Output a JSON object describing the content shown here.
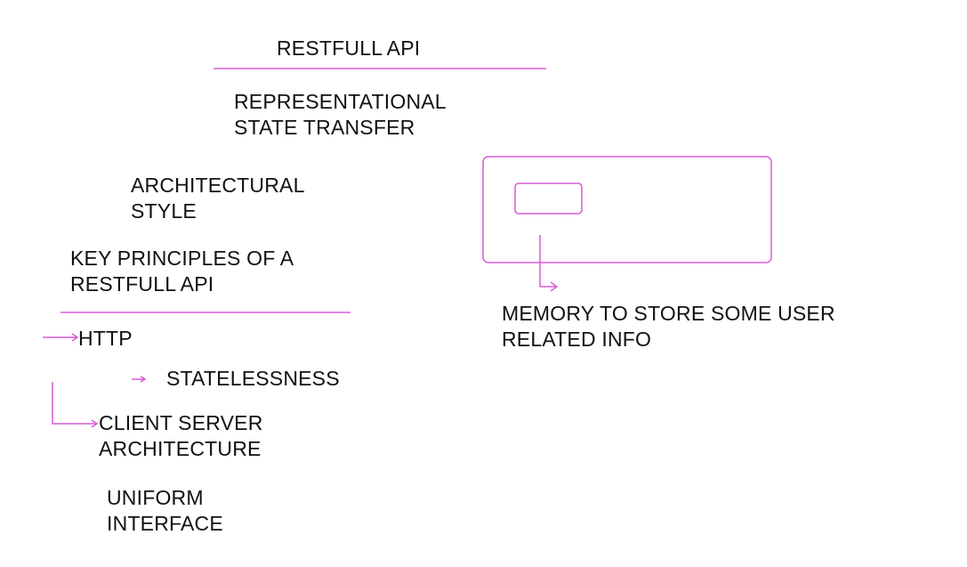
{
  "accent_color": "#d65cd6",
  "title": "RESTFULL API",
  "notes": {
    "expansion": "REPRESENTATIONAL\nSTATE TRANSFER",
    "architectural_style": "ARCHITECTURAL\nSTYLE",
    "key_principles": "KEY PRINCIPLES OF A\nRESTFULL API",
    "http": "HTTP",
    "statelessness": "STATELESSNESS",
    "client_server": "CLIENT SERVER\nARCHITECTURE",
    "uniform_interface": "UNIFORM\nINTERFACE",
    "memory_note": "MEMORY TO STORE SOME USER\nRELATED INFO"
  }
}
